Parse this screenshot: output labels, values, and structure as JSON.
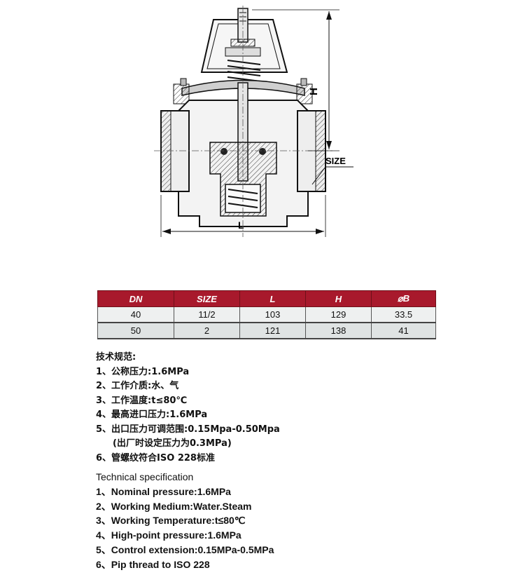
{
  "drawing": {
    "labels": {
      "height": "H",
      "length": "L",
      "size": "SIZE"
    }
  },
  "table": {
    "headers": [
      "DN",
      "SIZE",
      "L",
      "H",
      "⌀B"
    ],
    "rows": [
      [
        "40",
        "11/2",
        "103",
        "129",
        "33.5"
      ],
      [
        "50",
        "2",
        "121",
        "138",
        "41"
      ]
    ]
  },
  "spec_cn": {
    "title": "技术规范:",
    "items": [
      "1、公称压力:1.6MPa",
      "2、工作介质:水、气",
      "3、工作温度:t≤80℃",
      "4、最高进口压力:1.6MPa",
      "5、出口压力可调范围:0.15Mpa-0.50Mpa",
      "(出厂时设定压力为0.3MPa)",
      "6、管螺纹符合ISO 228标准"
    ]
  },
  "spec_en": {
    "title": "Technical specification",
    "items": [
      "1、Nominal pressure:1.6MPa",
      "2、Working Medium:Water.Steam",
      "3、Working Temperature:t≤80℃",
      "4、High-point pressure:1.6MPa",
      "5、Control extension:0.15MPa-0.5MPa",
      "6、Pip thread to ISO 228"
    ]
  }
}
